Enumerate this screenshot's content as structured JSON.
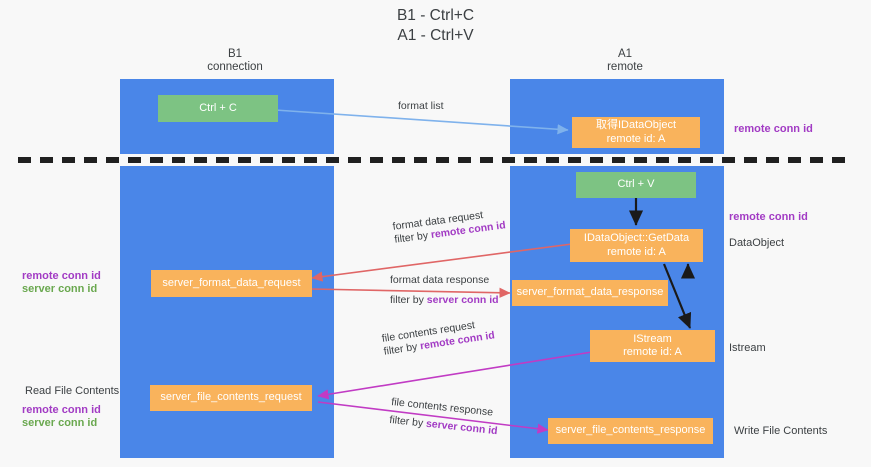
{
  "title": "B1 - Ctrl+C\nA1 - Ctrl+V",
  "lanes": [
    {
      "name": "left-lane",
      "head": "B1\nconnection"
    },
    {
      "name": "right-lane",
      "head": "A1\nremote"
    }
  ],
  "nodes": {
    "ctrl_c": {
      "l1": "Ctrl + C",
      "l2": ""
    },
    "get_dataobject": {
      "l1": "取得IDataObject",
      "l2": "remote id: A"
    },
    "ctrl_v": {
      "l1": "Ctrl + V",
      "l2": ""
    },
    "getdata": {
      "l1": "IDataObject::GetData",
      "l2": "remote id: A"
    },
    "fmt_request": {
      "l1": "server_format_data_request",
      "l2": ""
    },
    "fmt_response": {
      "l1": "server_format_data_response",
      "l2": ""
    },
    "istream": {
      "l1": "IStream",
      "l2": "remote id: A"
    },
    "file_request": {
      "l1": "server_file_contents_request",
      "l2": ""
    },
    "file_response": {
      "l1": "server_file_contents_response",
      "l2": ""
    }
  },
  "wires": {
    "format_list": "format list",
    "fmt_req_a": "format data request",
    "fmt_req_b_pre": "filter by ",
    "fmt_req_b_key": "remote conn id",
    "fmt_res_a": "format data response",
    "fmt_res_b_pre": "filter by ",
    "fmt_res_b_key": "server conn id",
    "file_req_a": "file contents request",
    "file_req_b_pre": "filter by ",
    "file_req_b_key": "remote conn id",
    "file_res_a": "file contents response",
    "file_res_b_pre": "filter by ",
    "file_res_b_key": "server conn id"
  },
  "annotations": {
    "right_remote_top": "remote conn id",
    "right_remote_mid": "remote conn id",
    "right_dataobject": "DataObject",
    "right_istream": "Istream",
    "right_write": "Write File Contents",
    "left_read": "Read File Contents",
    "left_remote": "remote conn id",
    "left_server": "server conn id",
    "left_remote_2": "remote conn id",
    "left_server_2": "server conn id"
  },
  "colors": {
    "lane": "#4a86e8",
    "green_node": "#7dc383",
    "orange_node": "#f9b35c",
    "purple": "#a23bc4",
    "green_text": "#6aa84f",
    "blue_arrow": "#7fb2ec",
    "red_arrow": "#e06666",
    "magenta_arrow": "#c13bc4",
    "black_arrow": "#1a1a1a",
    "divider": "#202020",
    "background": "#f8f8f8"
  }
}
